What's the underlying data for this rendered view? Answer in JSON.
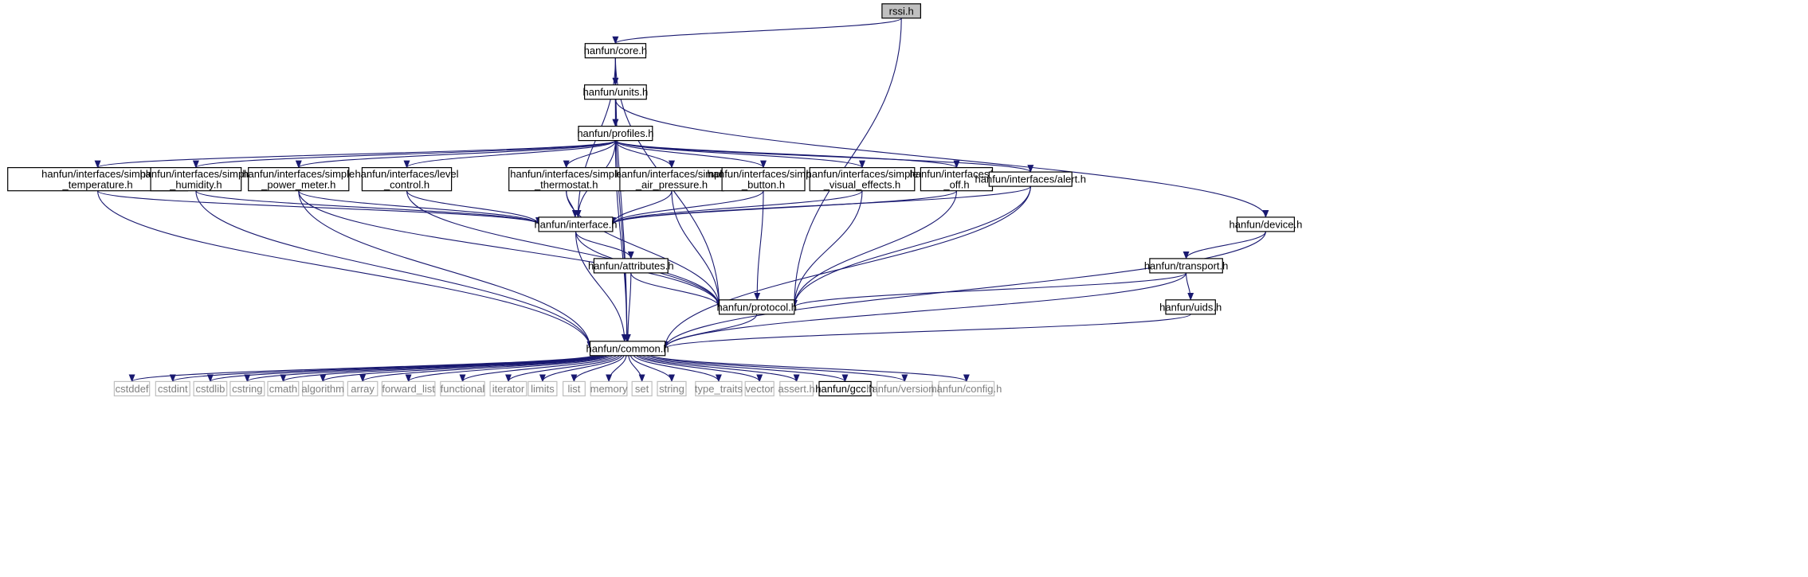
{
  "title": "",
  "colors": {
    "edge": "#191970",
    "root_fill": "#bfbfbf",
    "ext_border": "#bfbfbf",
    "ext_text": "#808080"
  },
  "nodes": [
    {
      "id": "rssi",
      "lines": [
        "rssi.h"
      ],
      "kind": "root"
    },
    {
      "id": "core",
      "lines": [
        "hanfun/core.h"
      ],
      "kind": "normal"
    },
    {
      "id": "units",
      "lines": [
        "hanfun/units.h"
      ],
      "kind": "normal"
    },
    {
      "id": "profiles",
      "lines": [
        "hanfun/profiles.h"
      ],
      "kind": "normal"
    },
    {
      "id": "temp",
      "lines": [
        "hanfun/interfaces/simple",
        "_temperature.h"
      ],
      "kind": "normal"
    },
    {
      "id": "hum",
      "lines": [
        "hanfun/interfaces/simple",
        "_humidity.h"
      ],
      "kind": "normal"
    },
    {
      "id": "power",
      "lines": [
        "hanfun/interfaces/simple",
        "_power_meter.h"
      ],
      "kind": "normal"
    },
    {
      "id": "level",
      "lines": [
        "hanfun/interfaces/level",
        "_control.h"
      ],
      "kind": "normal"
    },
    {
      "id": "thermo",
      "lines": [
        "hanfun/interfaces/simple",
        "_thermostat.h"
      ],
      "kind": "normal"
    },
    {
      "id": "air",
      "lines": [
        "hanfun/interfaces/simple",
        "_air_pressure.h"
      ],
      "kind": "normal"
    },
    {
      "id": "button",
      "lines": [
        "hanfun/interfaces/simple",
        "_button.h"
      ],
      "kind": "normal"
    },
    {
      "id": "visual",
      "lines": [
        "hanfun/interfaces/simple",
        "_visual_effects.h"
      ],
      "kind": "normal"
    },
    {
      "id": "onoff",
      "lines": [
        "hanfun/interfaces/on",
        "_off.h"
      ],
      "kind": "normal"
    },
    {
      "id": "alert",
      "lines": [
        "hanfun/interfaces/alert.h"
      ],
      "kind": "normal"
    },
    {
      "id": "device",
      "lines": [
        "hanfun/device.h"
      ],
      "kind": "normal"
    },
    {
      "id": "iface",
      "lines": [
        "hanfun/interface.h"
      ],
      "kind": "normal"
    },
    {
      "id": "transport",
      "lines": [
        "hanfun/transport.h"
      ],
      "kind": "normal"
    },
    {
      "id": "attrs",
      "lines": [
        "hanfun/attributes.h"
      ],
      "kind": "normal"
    },
    {
      "id": "uids",
      "lines": [
        "hanfun/uids.h"
      ],
      "kind": "normal"
    },
    {
      "id": "protocol",
      "lines": [
        "hanfun/protocol.h"
      ],
      "kind": "normal"
    },
    {
      "id": "common",
      "lines": [
        "hanfun/common.h"
      ],
      "kind": "normal"
    },
    {
      "id": "cstddef",
      "lines": [
        "cstddef"
      ],
      "kind": "ext"
    },
    {
      "id": "cstdint",
      "lines": [
        "cstdint"
      ],
      "kind": "ext"
    },
    {
      "id": "cstdlib",
      "lines": [
        "cstdlib"
      ],
      "kind": "ext"
    },
    {
      "id": "cstring",
      "lines": [
        "cstring"
      ],
      "kind": "ext"
    },
    {
      "id": "cmath",
      "lines": [
        "cmath"
      ],
      "kind": "ext"
    },
    {
      "id": "algorithm",
      "lines": [
        "algorithm"
      ],
      "kind": "ext"
    },
    {
      "id": "array",
      "lines": [
        "array"
      ],
      "kind": "ext"
    },
    {
      "id": "forward_list",
      "lines": [
        "forward_list"
      ],
      "kind": "ext"
    },
    {
      "id": "functional",
      "lines": [
        "functional"
      ],
      "kind": "ext"
    },
    {
      "id": "iterator",
      "lines": [
        "iterator"
      ],
      "kind": "ext"
    },
    {
      "id": "limits",
      "lines": [
        "limits"
      ],
      "kind": "ext"
    },
    {
      "id": "list",
      "lines": [
        "list"
      ],
      "kind": "ext"
    },
    {
      "id": "memory",
      "lines": [
        "memory"
      ],
      "kind": "ext"
    },
    {
      "id": "set",
      "lines": [
        "set"
      ],
      "kind": "ext"
    },
    {
      "id": "string",
      "lines": [
        "string"
      ],
      "kind": "ext"
    },
    {
      "id": "type_traits",
      "lines": [
        "type_traits"
      ],
      "kind": "ext"
    },
    {
      "id": "vector",
      "lines": [
        "vector"
      ],
      "kind": "ext"
    },
    {
      "id": "assert",
      "lines": [
        "assert.h"
      ],
      "kind": "ext"
    },
    {
      "id": "gcc",
      "lines": [
        "hanfun/gcc.h"
      ],
      "kind": "normal"
    },
    {
      "id": "version",
      "lines": [
        "hanfun/version.h"
      ],
      "kind": "ext"
    },
    {
      "id": "config",
      "lines": [
        "hanfun/config.h"
      ],
      "kind": "ext"
    }
  ],
  "edges": [
    [
      "rssi",
      "core"
    ],
    [
      "rssi",
      "protocol"
    ],
    [
      "core",
      "units"
    ],
    [
      "core",
      "iface"
    ],
    [
      "core",
      "protocol"
    ],
    [
      "core",
      "common"
    ],
    [
      "units",
      "profiles"
    ],
    [
      "units",
      "device"
    ],
    [
      "units",
      "common"
    ],
    [
      "profiles",
      "temp"
    ],
    [
      "profiles",
      "hum"
    ],
    [
      "profiles",
      "power"
    ],
    [
      "profiles",
      "level"
    ],
    [
      "profiles",
      "thermo"
    ],
    [
      "profiles",
      "air"
    ],
    [
      "profiles",
      "button"
    ],
    [
      "profiles",
      "visual"
    ],
    [
      "profiles",
      "onoff"
    ],
    [
      "profiles",
      "alert"
    ],
    [
      "profiles",
      "iface"
    ],
    [
      "profiles",
      "common"
    ],
    [
      "temp",
      "iface"
    ],
    [
      "temp",
      "common"
    ],
    [
      "hum",
      "iface"
    ],
    [
      "hum",
      "common"
    ],
    [
      "power",
      "iface"
    ],
    [
      "power",
      "protocol"
    ],
    [
      "power",
      "common"
    ],
    [
      "level",
      "iface"
    ],
    [
      "level",
      "protocol"
    ],
    [
      "thermo",
      "iface"
    ],
    [
      "thermo",
      "protocol"
    ],
    [
      "air",
      "iface"
    ],
    [
      "air",
      "protocol"
    ],
    [
      "button",
      "iface"
    ],
    [
      "button",
      "protocol"
    ],
    [
      "visual",
      "iface"
    ],
    [
      "visual",
      "protocol"
    ],
    [
      "onoff",
      "iface"
    ],
    [
      "onoff",
      "protocol"
    ],
    [
      "alert",
      "iface"
    ],
    [
      "alert",
      "protocol"
    ],
    [
      "alert",
      "common"
    ],
    [
      "iface",
      "attrs"
    ],
    [
      "iface",
      "protocol"
    ],
    [
      "iface",
      "common"
    ],
    [
      "attrs",
      "protocol"
    ],
    [
      "attrs",
      "common"
    ],
    [
      "device",
      "transport"
    ],
    [
      "device",
      "common"
    ],
    [
      "transport",
      "uids"
    ],
    [
      "transport",
      "protocol"
    ],
    [
      "transport",
      "common"
    ],
    [
      "uids",
      "common"
    ],
    [
      "protocol",
      "common"
    ],
    [
      "common",
      "cstddef"
    ],
    [
      "common",
      "cstdint"
    ],
    [
      "common",
      "cstdlib"
    ],
    [
      "common",
      "cstring"
    ],
    [
      "common",
      "cmath"
    ],
    [
      "common",
      "algorithm"
    ],
    [
      "common",
      "array"
    ],
    [
      "common",
      "forward_list"
    ],
    [
      "common",
      "functional"
    ],
    [
      "common",
      "iterator"
    ],
    [
      "common",
      "limits"
    ],
    [
      "common",
      "list"
    ],
    [
      "common",
      "memory"
    ],
    [
      "common",
      "set"
    ],
    [
      "common",
      "string"
    ],
    [
      "common",
      "type_traits"
    ],
    [
      "common",
      "vector"
    ],
    [
      "common",
      "assert"
    ],
    [
      "common",
      "gcc"
    ],
    [
      "common",
      "version"
    ],
    [
      "common",
      "config"
    ]
  ]
}
